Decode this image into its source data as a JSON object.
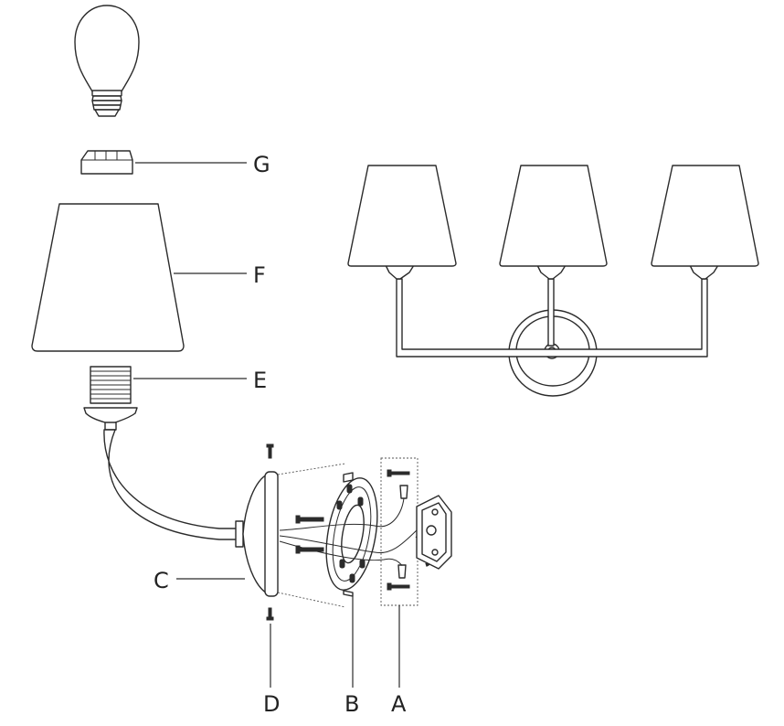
{
  "callouts": {
    "G": "G",
    "F": "F",
    "E": "E",
    "C": "C",
    "D": "D",
    "B": "B",
    "A": "A"
  },
  "colors": {
    "line": "#2b2b2b",
    "background": "#ffffff"
  }
}
